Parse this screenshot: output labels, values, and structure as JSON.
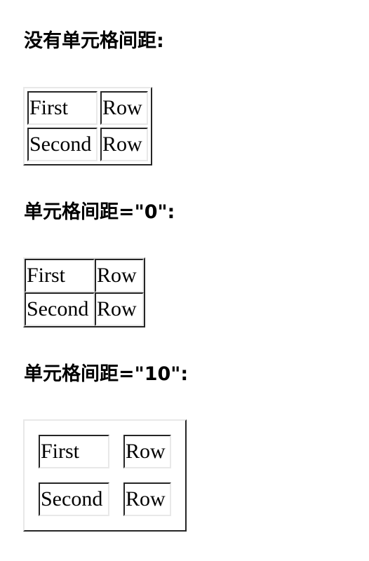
{
  "sections": [
    {
      "heading": "没有单元格间距:",
      "rows": [
        [
          "First",
          "Row"
        ],
        [
          "Second",
          "Row"
        ]
      ]
    },
    {
      "heading": "单元格间距=\"0\":",
      "rows": [
        [
          "First",
          "Row"
        ],
        [
          "Second",
          "Row"
        ]
      ]
    },
    {
      "heading": "单元格间距=\"10\":",
      "rows": [
        [
          "First",
          "Row"
        ],
        [
          "Second",
          "Row"
        ]
      ]
    }
  ]
}
